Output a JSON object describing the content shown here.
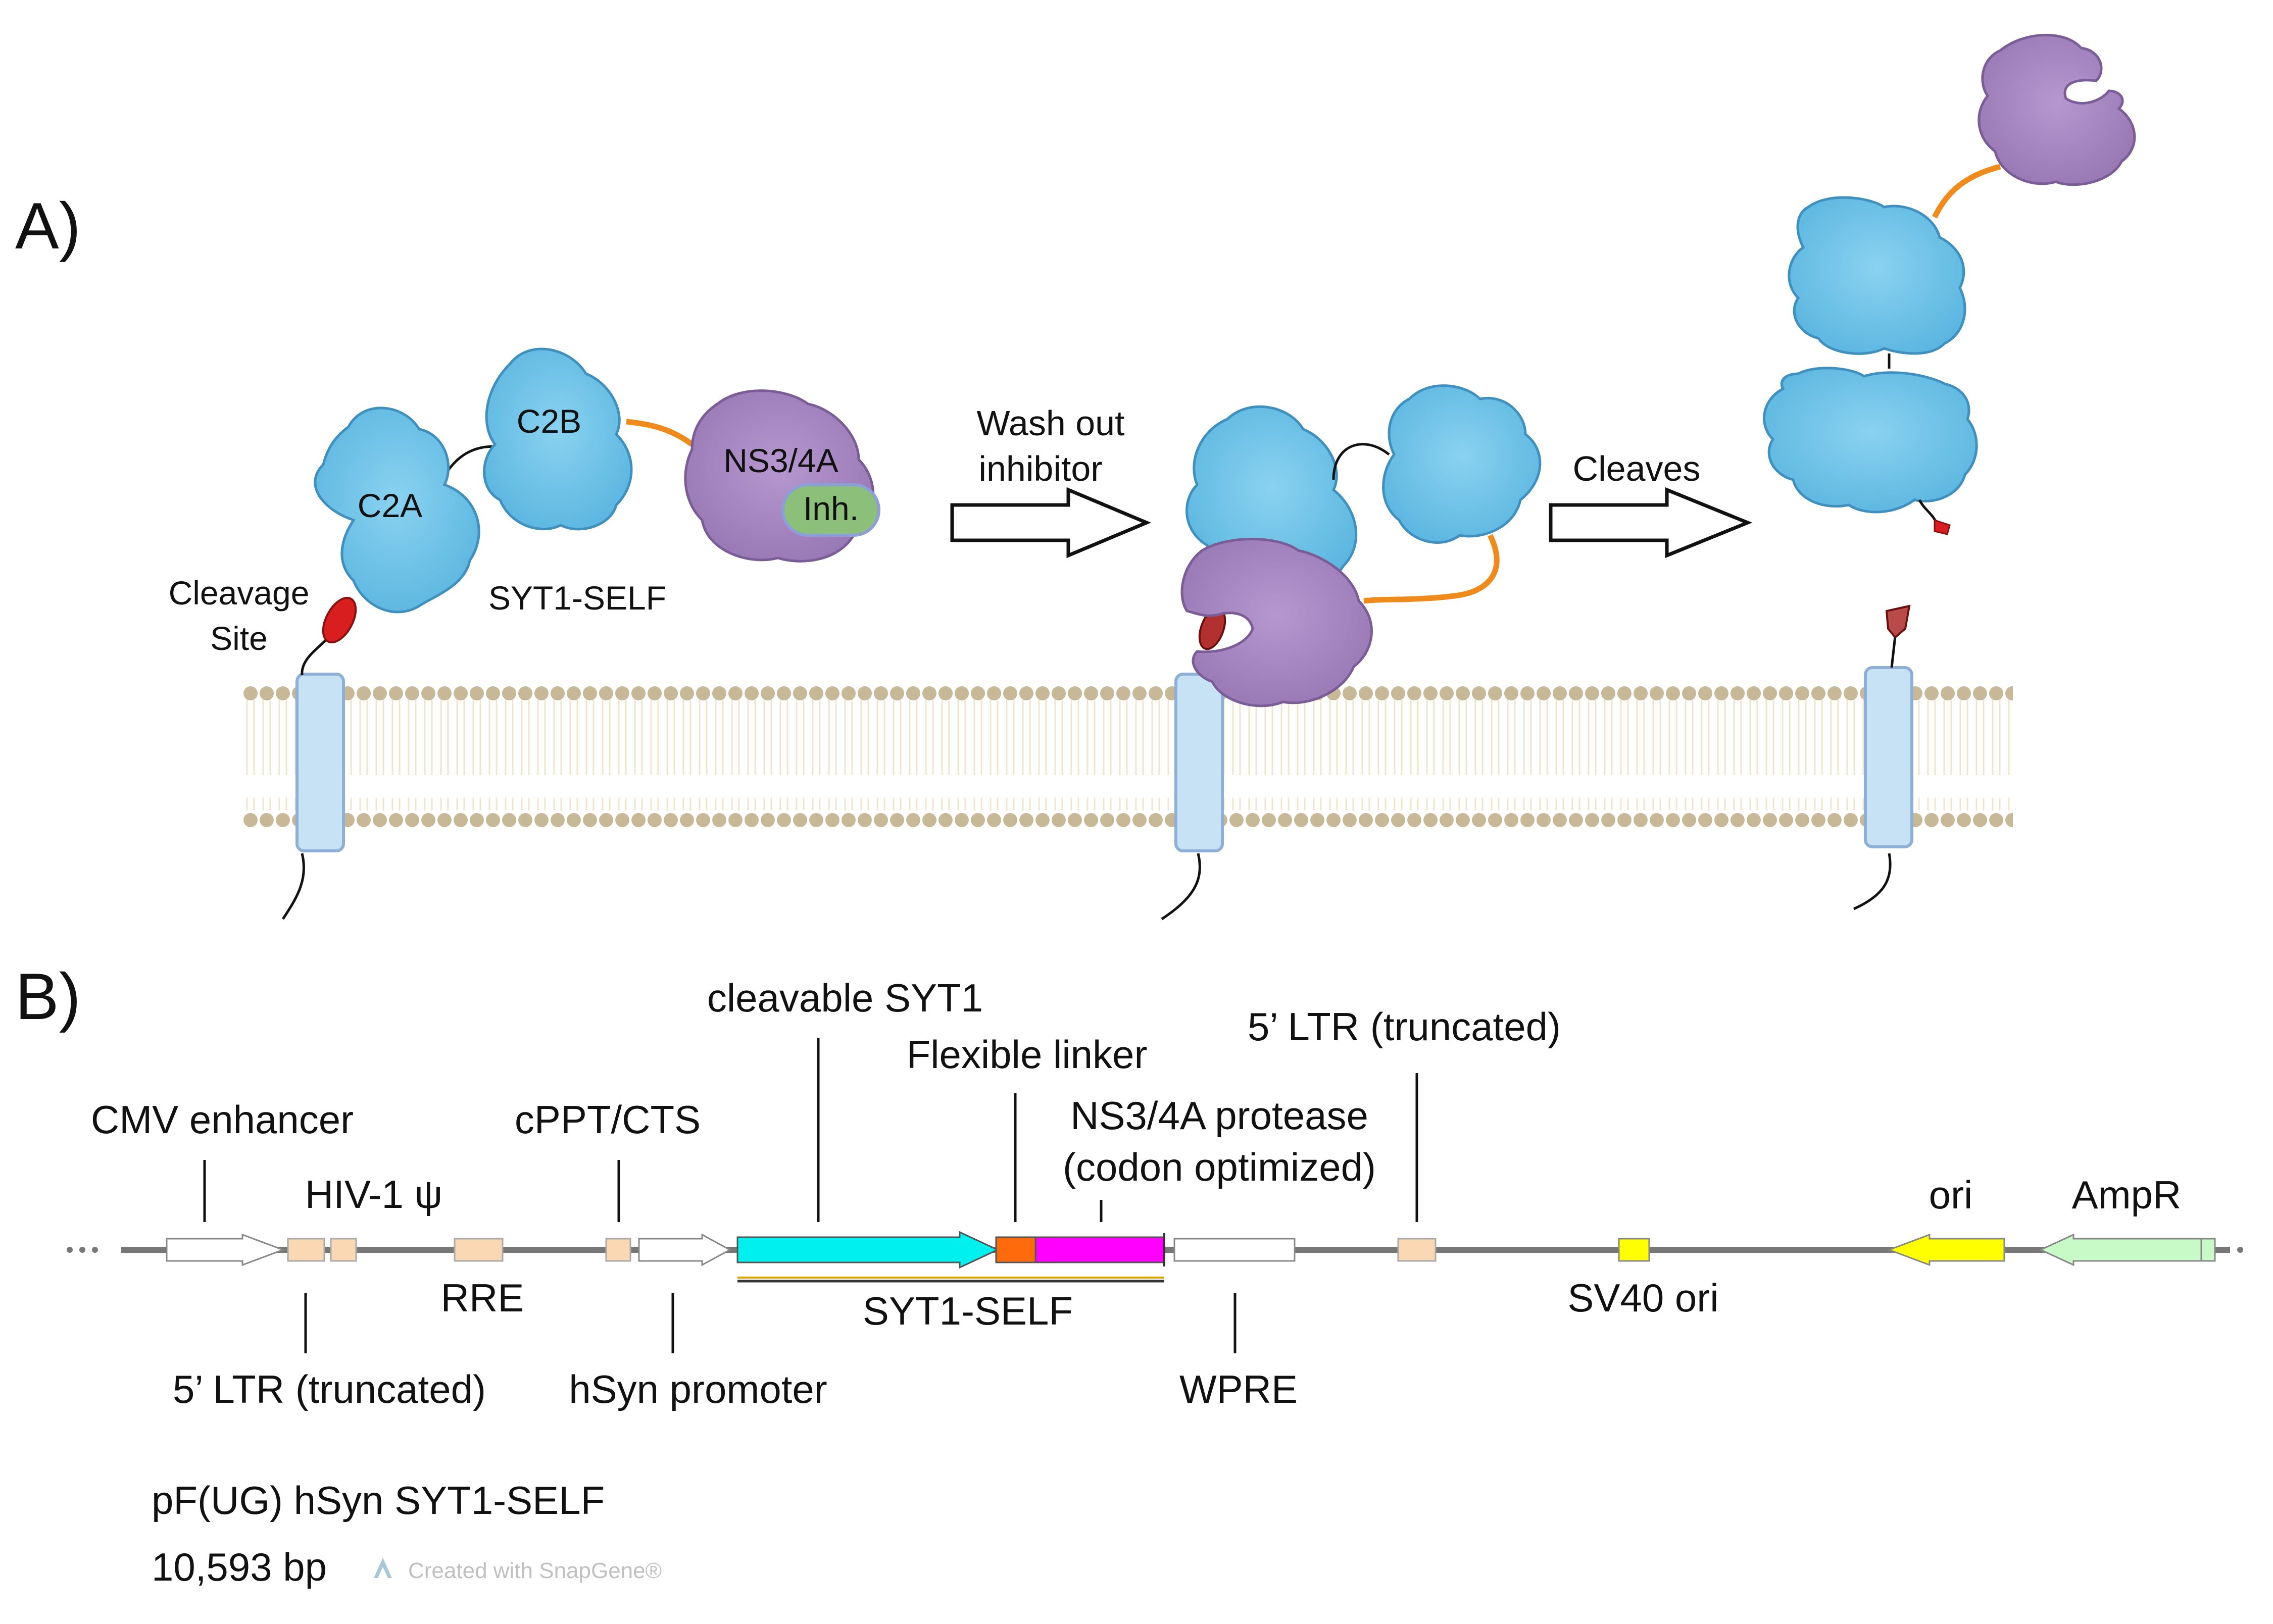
{
  "panel_a": {
    "panel_label": "A)",
    "labels": {
      "c2a": "C2A",
      "c2b": "C2B",
      "ns3": "NS3/4A",
      "inh": "Inh.",
      "cleavage_1": "Cleavage",
      "cleavage_2": "Site",
      "construct": "SYT1-SELF",
      "wash_1": "Wash out",
      "wash_2": "inhibitor",
      "cleaves": "Cleaves"
    },
    "colors": {
      "c2_domain": "#6cc1e8",
      "protease": "#a585c0",
      "inhibitor": "#8cc07a",
      "linker": "#f08a1a",
      "cleavage_site": "#d81e1e",
      "cleaved_site": "#b84a4a",
      "transmembrane": "#c8e2f5",
      "lipid_head": "#c7b898",
      "lipid_tail": "#f0e6cc"
    }
  },
  "panel_b": {
    "panel_label": "B)",
    "map_name": "pF(UG) hSyn SYT1-SELF",
    "map_size": "10,593 bp",
    "watermark": "Created with SnapGene®",
    "features": {
      "cmv_enhancer": "CMV enhancer",
      "hiv_psi": "HIV-1 ψ",
      "cppt": "cPPT/CTS",
      "cleavable_syt1": "cleavable SYT1",
      "flexible_linker": "Flexible linker",
      "ns3_protease_1": "NS3/4A protease",
      "ns3_protease_2": "(codon optimized)",
      "ltr_top": "5’ LTR (truncated)",
      "ori": "ori",
      "ampr": "AmpR",
      "rre": "RRE",
      "syt1_self": "SYT1-SELF",
      "sv40_ori": "SV40 ori",
      "ltr_bottom": "5’ LTR (truncated)",
      "hsyn_promoter": "hSyn promoter",
      "wpre": "WPRE"
    },
    "colors": {
      "syt1": "#00f0f0",
      "linker": "#ff6a0d",
      "ns3": "#ff00ff",
      "ltr_box": "#fbd8b4",
      "ori": "#ffff00",
      "ampr": "#c8fac8",
      "backbone": "#777777"
    }
  }
}
